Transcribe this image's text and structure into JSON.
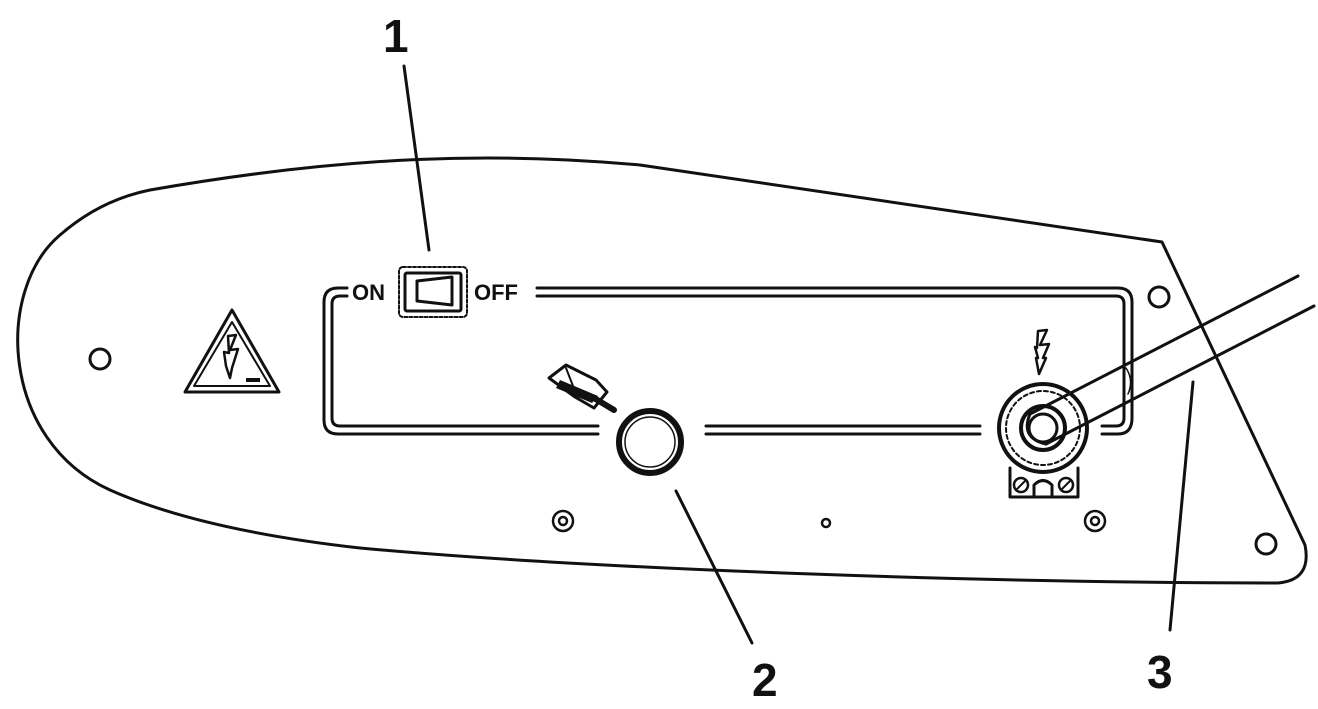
{
  "callouts": {
    "one": "1",
    "two": "2",
    "three": "3"
  },
  "switch": {
    "on_label": "ON",
    "off_label": "OFF"
  },
  "icons": {
    "warning": "high-voltage-warning-icon",
    "button": "push-button-hand-icon",
    "socket": "electric-bolt-icon"
  },
  "colors": {
    "ink": "#111111",
    "background": "#ffffff"
  }
}
